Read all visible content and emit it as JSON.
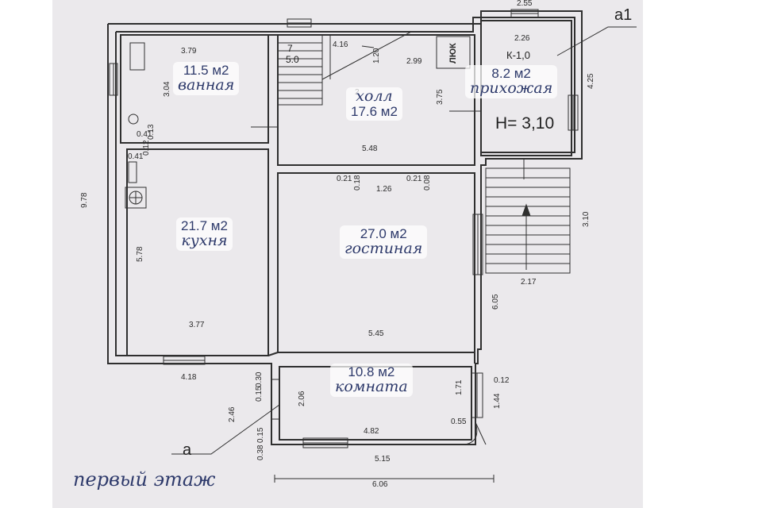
{
  "floor_caption": "первый этаж",
  "section_marks": {
    "top": "а1",
    "bottom": "а"
  },
  "stair_marks": {
    "number": "7",
    "value": "5.0"
  },
  "rooms": [
    {
      "id": "bathroom",
      "area": "11.5 м2",
      "name": "ванная"
    },
    {
      "id": "hall",
      "area": "17.6 м2",
      "name": "холл"
    },
    {
      "id": "entrance",
      "area": "8.2 м2",
      "name": "прихожая",
      "code": "К-1,0",
      "height": "Н= 3,10"
    },
    {
      "id": "kitchen",
      "area": "21.7 м2",
      "name": "кухня"
    },
    {
      "id": "living",
      "area": "27.0 м2",
      "name": "гостиная"
    },
    {
      "id": "room",
      "area": "10.8 м2",
      "name": "комната"
    }
  ],
  "hatch_label": "ЛЮК",
  "dimensions": {
    "d255": "2.55",
    "d379": "3.79",
    "d226": "2.26",
    "d416": "4.16",
    "d120": "1.20",
    "d299": "2.99",
    "d425": "4.25",
    "d375": "3.75",
    "d041a": "0.41",
    "d013": "0.13",
    "d041b": "0.41",
    "d012": "0.12",
    "d548": "5.48",
    "d978": "9.78",
    "d021a": "0.21",
    "d018": "0.18",
    "d126": "1.26",
    "d021b": "0.21",
    "d008": "0.08",
    "d310": "3.10",
    "d578": "5.78",
    "d217": "2.17",
    "d605": "6.05",
    "d377": "3.77",
    "d545": "5.45",
    "d418": "4.18",
    "d030": "0.30",
    "d015a": "0.15",
    "d012b": "0.12",
    "d206": "2.06",
    "d171": "1.71",
    "d144": "1.44",
    "d246": "2.46",
    "d055": "0.55",
    "d015b": "0.15",
    "d482": "4.82",
    "d038": "0.38",
    "d515": "5.15",
    "d606": "6.06",
    "d304": "3.04",
    "d02": "2"
  }
}
